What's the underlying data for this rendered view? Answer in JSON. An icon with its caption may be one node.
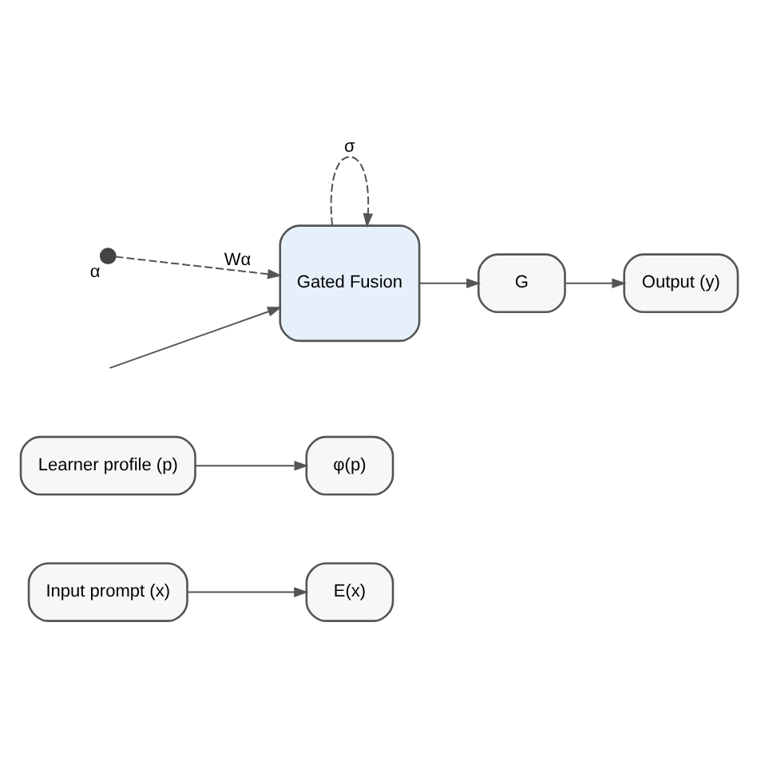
{
  "diagram": {
    "nodes": [
      {
        "text": [
          "Input prompt (x)"
        ]
      },
      {
        "text": [
          "E(x)"
        ]
      },
      {
        "text": [
          "Learner profile (p)"
        ]
      },
      {
        "text": [
          "φ(p)"
        ]
      },
      {
        "text": [
          "Gated Fusion"
        ]
      },
      {
        "text": [
          "G"
        ]
      },
      {
        "text": [
          "Output (y)"
        ]
      },
      {
        "text": [],
        "shape": "circle",
        "beside": [
          "α"
        ]
      }
    ],
    "edges": [
      {
        "from": 0,
        "to": 1,
        "arrow": "to"
      },
      {
        "from": 2,
        "to": 3,
        "arrow": "to"
      },
      {
        "from": 7,
        "to": 4,
        "arrow": "to",
        "label": "Wα",
        "style": "dashed"
      },
      {
        "from": null,
        "to": 4,
        "arrow": "to"
      },
      {
        "from": 4,
        "to": 4,
        "arrow": "to",
        "label": "σ",
        "style": "dashed"
      },
      {
        "from": 4,
        "to": 5,
        "arrow": "to"
      },
      {
        "from": 5,
        "to": 6,
        "arrow": "to"
      }
    ]
  }
}
